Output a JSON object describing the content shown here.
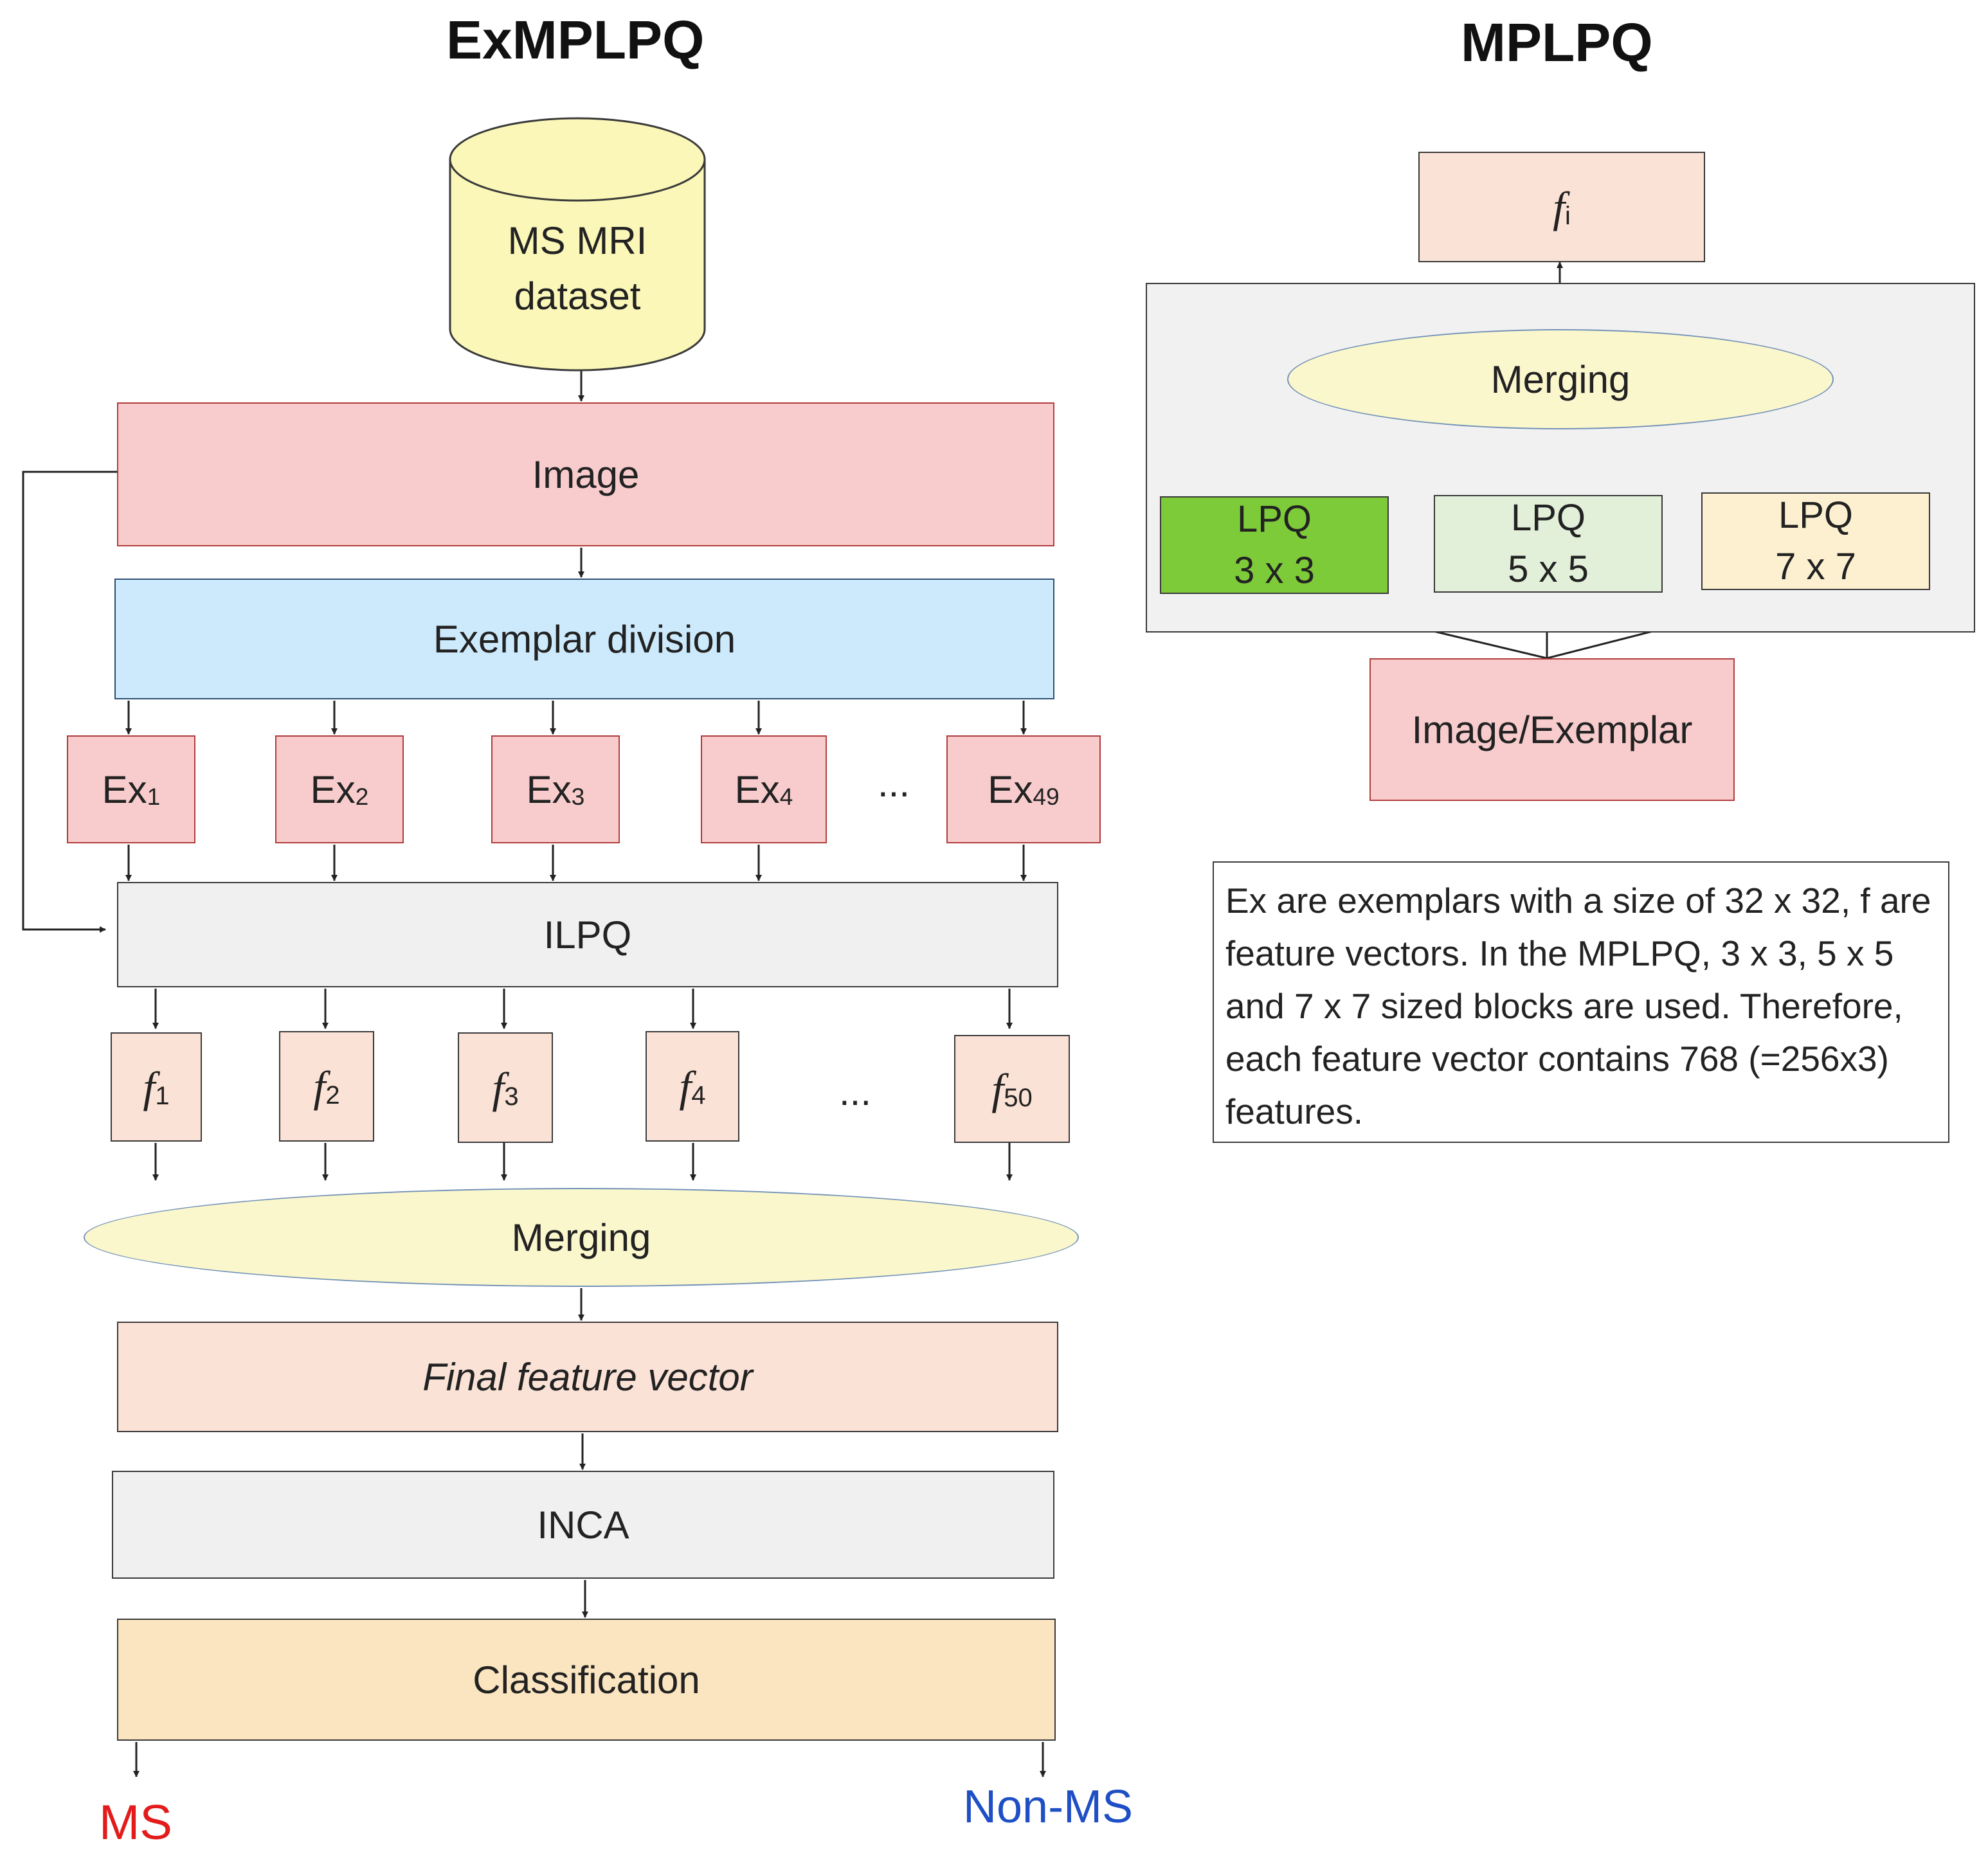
{
  "left": {
    "title": "ExMPLPQ",
    "dataset": [
      "MS MRI",
      "dataset"
    ],
    "image": "Image",
    "exemplar_division": "Exemplar division",
    "exemplars": [
      {
        "base": "Ex",
        "sub": "1"
      },
      {
        "base": "Ex",
        "sub": "2"
      },
      {
        "base": "Ex",
        "sub": "3"
      },
      {
        "base": "Ex",
        "sub": "4"
      },
      {
        "base": "Ex",
        "sub": "49"
      }
    ],
    "ellipsis": "...",
    "ilpq": "ILPQ",
    "features": [
      {
        "base": "f",
        "sub": "1"
      },
      {
        "base": "f",
        "sub": "2"
      },
      {
        "base": "f",
        "sub": "3"
      },
      {
        "base": "f",
        "sub": "4"
      },
      {
        "base": "f",
        "sub": "50"
      }
    ],
    "merging": "Merging",
    "final_vector": "Final feature vector",
    "inca": "INCA",
    "classification": "Classification",
    "out_ms": "MS",
    "out_nonms": "Non-MS",
    "colors": {
      "ms": "#e31b1b",
      "nonms": "#1f4fc4"
    }
  },
  "right": {
    "title": "MPLPQ",
    "fi": {
      "base": "f",
      "sub": "i"
    },
    "merging": "Merging",
    "lpq": [
      {
        "line1": "LPQ",
        "line2": "3 x 3",
        "color": "#7ecb3a"
      },
      {
        "line1": "LPQ",
        "line2": "5 x 5",
        "color": "#e2efd9"
      },
      {
        "line1": "LPQ",
        "line2": "7 x 7",
        "color": "#fdf0d0"
      }
    ],
    "input": "Image/Exemplar",
    "note": "Ex are exemplars with a size of 32 x 32, f are feature vectors. In the MPLPQ, 3 x 3, 5 x 5 and 7 x 7 sized blocks are used. Therefore, each feature vector contains 768 (=256x3) features."
  }
}
